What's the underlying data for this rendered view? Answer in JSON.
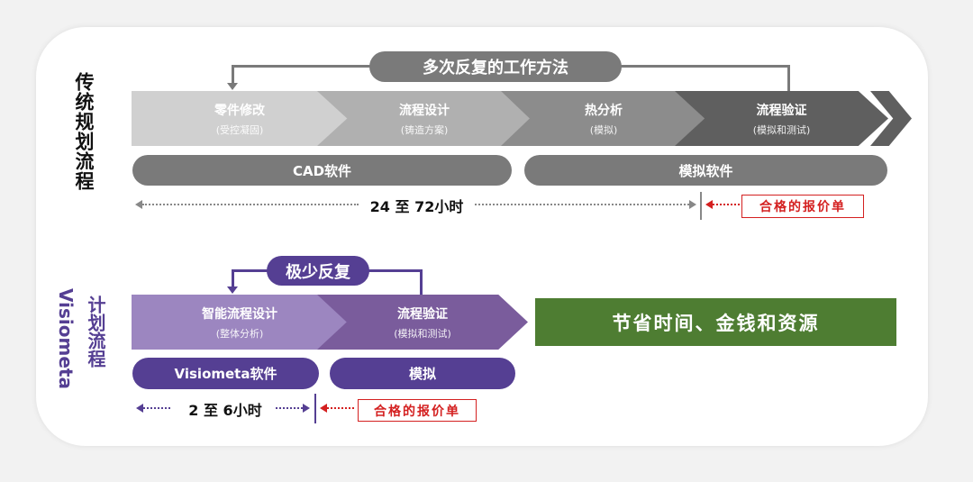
{
  "traditional": {
    "label": "传统规划流程",
    "loop_label": "多次反复的工作方法",
    "steps": [
      {
        "title": "零件修改",
        "sub": "(受控凝固)"
      },
      {
        "title": "流程设计",
        "sub": "(铸造方案)"
      },
      {
        "title": "热分析",
        "sub": "(模拟)"
      },
      {
        "title": "流程验证",
        "sub": "(模拟和测试)"
      }
    ],
    "tools": [
      "CAD软件",
      "模拟软件"
    ],
    "time": "24 至 72小时",
    "quote": "合格的报价单"
  },
  "visiometa": {
    "label": "计划流程",
    "brand": "Visiometa",
    "loop_label": "极少反复",
    "steps": [
      {
        "title": "智能流程设计",
        "sub": "(整体分析)"
      },
      {
        "title": "流程验证",
        "sub": "(模拟和测试)"
      }
    ],
    "tools": [
      "Visiometa软件",
      "模拟"
    ],
    "time": "2 至 6小时",
    "quote": "合格的报价单",
    "benefit": "节省时间、金钱和资源"
  },
  "colors": {
    "gray1": "#d0d0d0",
    "gray2": "#b0b0b0",
    "gray3": "#8c8c8c",
    "gray4": "#5f5f5f",
    "purple": "#553f93",
    "purple_light": "#9c86c0",
    "purple_mid": "#7a5c9c",
    "green": "#4e7d32",
    "red": "#d42020"
  }
}
